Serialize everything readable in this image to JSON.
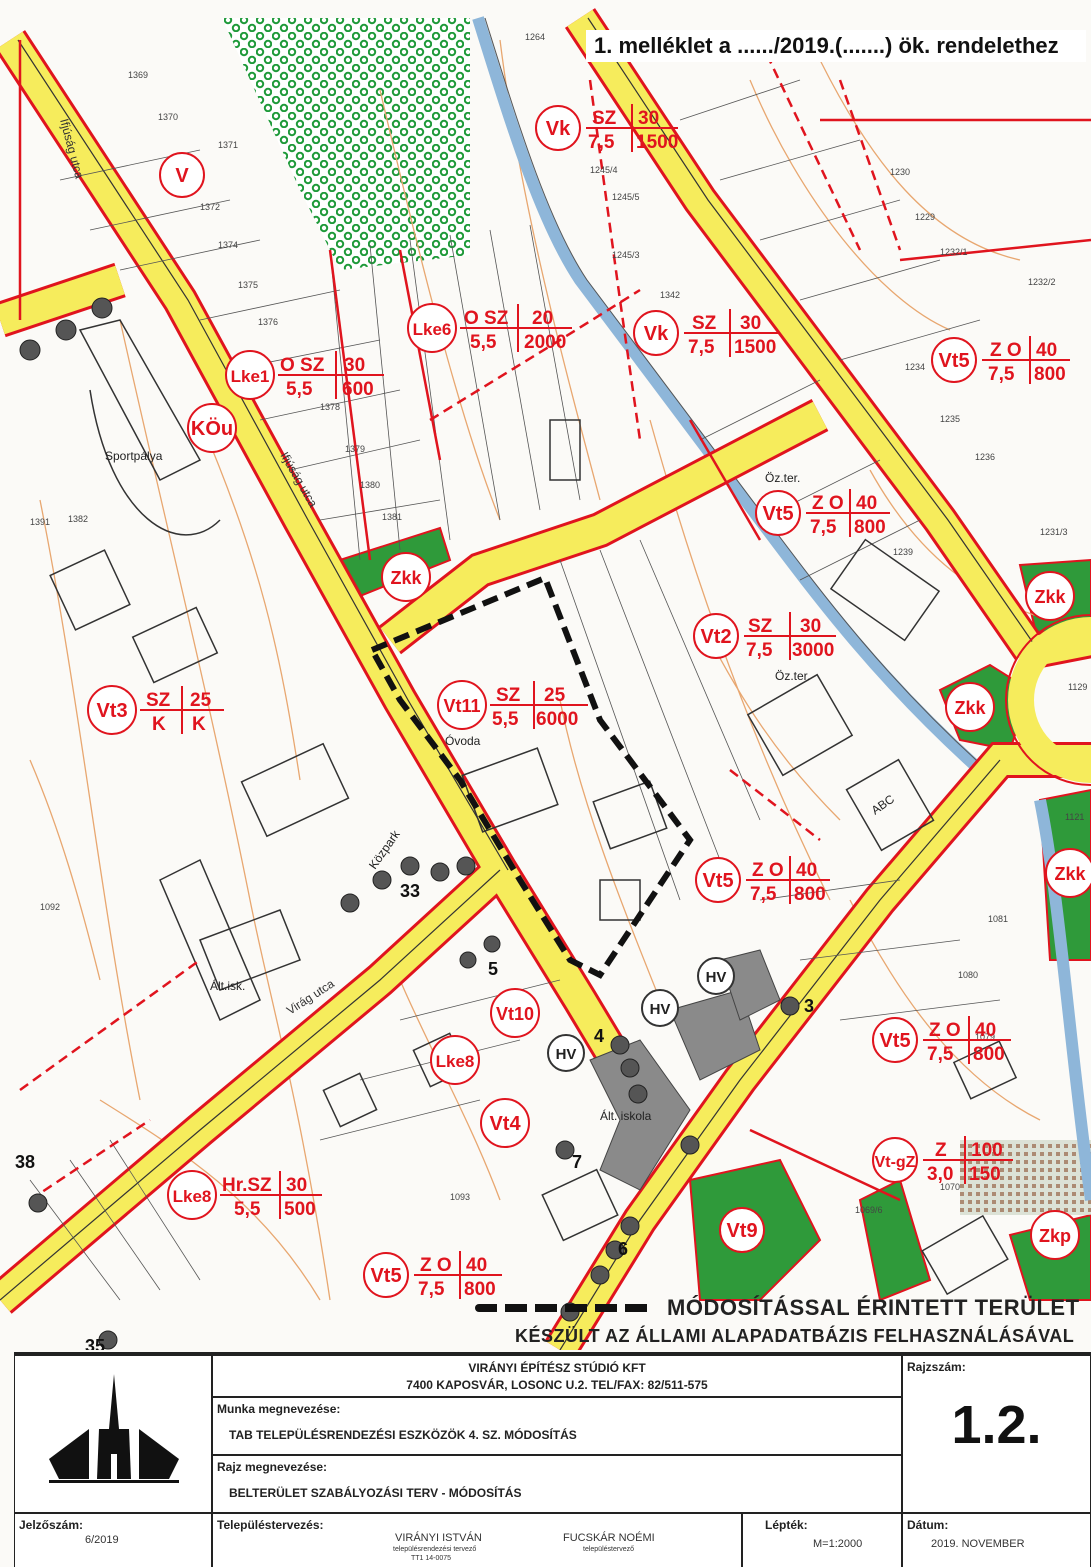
{
  "annex_title": "1. melléklet a ....../2019.(.......) ök. rendelethez",
  "colors": {
    "regulation_red": "#e0141e",
    "road_yellow": "#f6ec5c",
    "green_area": "#2f9a3a",
    "contour": "#e8a770",
    "stream": "#8eb6d9",
    "building_grey": "#8a8a8a"
  },
  "zones": [
    {
      "code": "V"
    },
    {
      "code": "Vk",
      "row1": "SZ",
      "row2": "7,5",
      "q1": "30",
      "q2": "1500"
    },
    {
      "code": "Lke6",
      "row1": "O SZ",
      "row2": "5,5",
      "q1": "20",
      "q2": "2000"
    },
    {
      "code": "Vk",
      "row1": "SZ",
      "row2": "7,5",
      "q1": "30",
      "q2": "1500"
    },
    {
      "code": "Lke1",
      "row1": "O SZ",
      "row2": "5,5",
      "q1": "30",
      "q2": "600"
    },
    {
      "code": "Vt5",
      "row1": "Z O",
      "row2": "7,5",
      "q1": "40",
      "q2": "800"
    },
    {
      "code": "KÖu"
    },
    {
      "code": "Vt5",
      "row1": "Z O",
      "row2": "7,5",
      "q1": "40",
      "q2": "800"
    },
    {
      "code": "Zkk"
    },
    {
      "code": "Zkk"
    },
    {
      "code": "Vt2",
      "row1": "SZ",
      "row2": "7,5",
      "q1": "30",
      "q2": "3000"
    },
    {
      "code": "Zkk"
    },
    {
      "code": "Vt3",
      "row1": "SZ",
      "row2": "K",
      "q1": "25",
      "q2": "K"
    },
    {
      "code": "Vt11",
      "row1": "SZ",
      "row2": "5,5",
      "q1": "25",
      "q2": "6000"
    },
    {
      "code": "Vt5",
      "row1": "Z O",
      "row2": "7,5",
      "q1": "40",
      "q2": "800"
    },
    {
      "code": "Zkk"
    },
    {
      "code": "Vt10"
    },
    {
      "code": "Lke8"
    },
    {
      "code": "Vt5",
      "row1": "Z O",
      "row2": "7,5",
      "q1": "40",
      "q2": "800"
    },
    {
      "code": "Vt4"
    },
    {
      "code": "Vt-gZ",
      "row1": "Z",
      "row2": "3,0",
      "q1": "100",
      "q2": "150"
    },
    {
      "code": "Lke8",
      "row1": "Hr.SZ",
      "row2": "5,5",
      "q1": "30",
      "q2": "500"
    },
    {
      "code": "Vt9"
    },
    {
      "code": "Zkp"
    },
    {
      "code": "Vt5",
      "row1": "Z O",
      "row2": "7,5",
      "q1": "40",
      "q2": "800"
    }
  ],
  "hv_markers": [
    "HV",
    "HV",
    "HV"
  ],
  "tree_numbers": [
    "33",
    "5",
    "4",
    "3",
    "7",
    "6",
    "38",
    "35"
  ],
  "places": [
    "Óvoda",
    "Ált.isk.",
    "Ált. iskola",
    "ABC",
    "Közpark",
    "Sportpálya",
    "Öz.ter.",
    "Öz.ter."
  ],
  "streets": [
    "Ifjúság utca",
    "Virág utca",
    "Ifjúság utca"
  ],
  "plot_numbers": [
    "1264",
    "1369",
    "1370",
    "1371",
    "1372",
    "1374",
    "1375",
    "1376",
    "1378",
    "1379",
    "1380",
    "1381",
    "1382",
    "1391",
    "1342",
    "1232/2",
    "1231/3",
    "1245/3",
    "1245/4",
    "1245/5",
    "1236",
    "1235",
    "1234",
    "1229",
    "1230",
    "1232/1",
    "1239",
    "1081",
    "1080",
    "1079",
    "1070",
    "1069/6",
    "1092",
    "1093",
    "1121",
    "1129"
  ],
  "legend": {
    "modified_area": "MÓDOSÍTÁSSAL ÉRINTETT TERÜLET",
    "made_with": "KÉSZÜLT AZ ÁLLAMI ALAPADATBÁZIS FELHASZNÁLÁSÁVAL"
  },
  "titleblock": {
    "company_line1": "VIRÁNYI ÉPÍTÉSZ STÚDIÓ KFT",
    "company_line2": "7400 KAPOSVÁR, LOSONC U.2. TEL/FAX: 82/511-575",
    "work_caption": "Munka megnevezése:",
    "work_name": "TAB TELEPÜLÉSRENDEZÉSI ESZKÖZÖK 4. SZ. MÓDOSÍTÁS",
    "drawing_caption": "Rajz megnevezése:",
    "drawing_name": "BELTERÜLET SZABÁLYOZÁSI TERV - MÓDOSÍTÁS",
    "drawing_no_caption": "Rajzszám:",
    "drawing_no": "1.2.",
    "ref_caption": "Jelzőszám:",
    "ref_value": "6/2019",
    "planner_caption": "Településtervezés:",
    "planner1_name": "VIRÁNYI ISTVÁN",
    "planner1_title": "településrendezési tervező",
    "planner1_id": "TT1 14-0075",
    "planner2_name": "FUCSKÁR NOÉMI",
    "planner2_title": "településtervező",
    "scale_caption": "Lépték:",
    "scale_value": "M=1:2000",
    "date_caption": "Dátum:",
    "date_value": "2019. NOVEMBER"
  }
}
